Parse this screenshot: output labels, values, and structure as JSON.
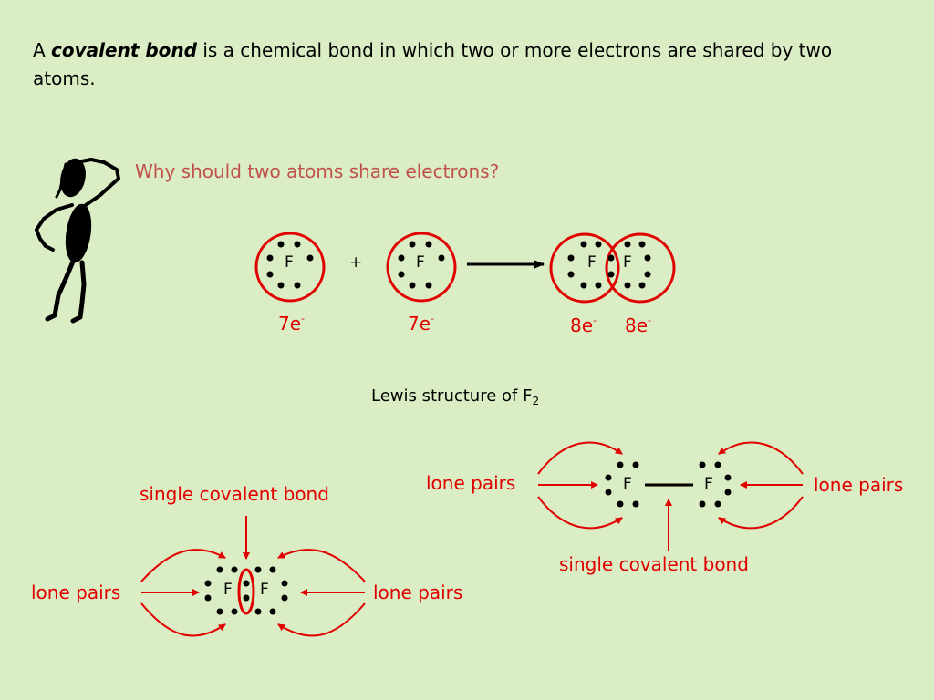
{
  "intro": {
    "prefix": "A ",
    "term": "covalent bond",
    "rest": " is a chemical bond in which two or more electrons are shared by two atoms."
  },
  "question": "Why should two atoms share electrons?",
  "plus": "+",
  "atom_symbol": "F",
  "electron_labels": {
    "left_atom": {
      "base": "7e",
      "sup": "-"
    },
    "right_atom": {
      "base": "7e",
      "sup": "-"
    },
    "bonded_left": {
      "base": "8e",
      "sup": "-"
    },
    "bonded_right": {
      "base": "8e",
      "sup": "-"
    }
  },
  "lewis_title": {
    "base": "Lewis structure of F",
    "sub": "2"
  },
  "annotations": {
    "lone_pairs": "lone pairs",
    "single_covalent_bond": "single covalent bond"
  },
  "colors": {
    "background": "#dbedc4",
    "accent": "#e00000",
    "question": "#c0504d"
  }
}
